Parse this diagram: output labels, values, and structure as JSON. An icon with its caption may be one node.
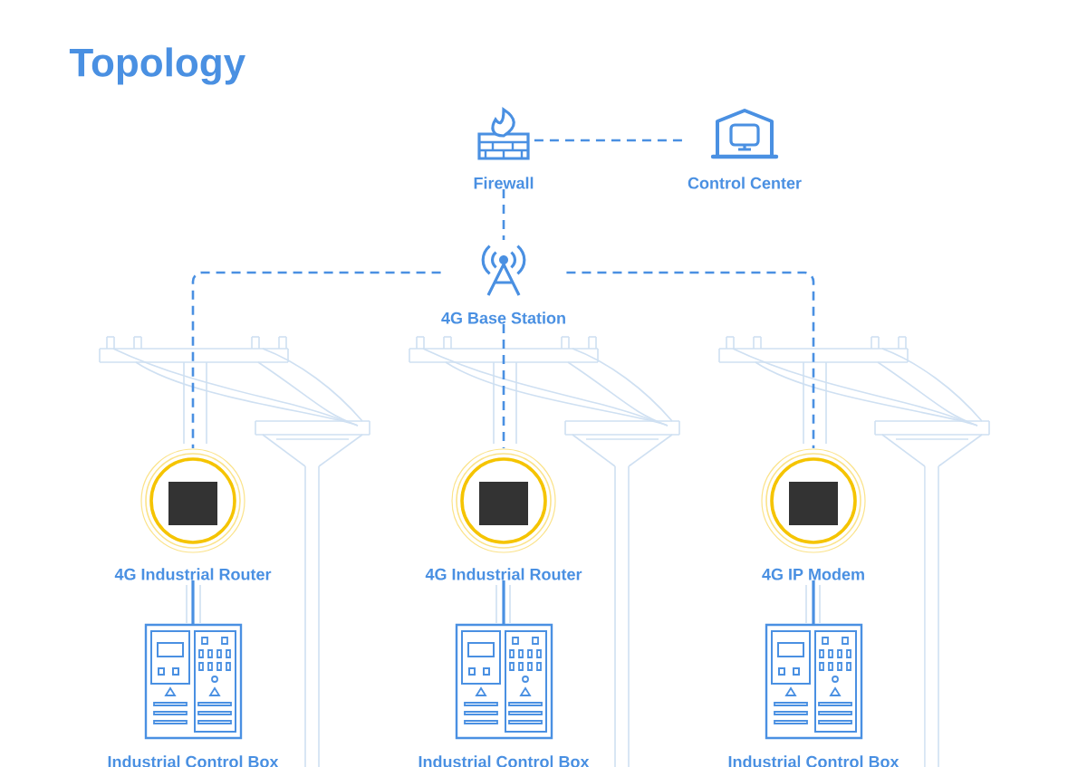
{
  "diagram": {
    "title": "Topology",
    "nodes": [
      {
        "text": [
          "Firewall"
        ]
      },
      {
        "text": [
          "Control Center"
        ]
      },
      {
        "text": [
          "4G Base Station"
        ]
      },
      {
        "text": [
          "4G Industrial Router"
        ]
      },
      {
        "text": [
          "4G Industrial Router"
        ]
      },
      {
        "text": [
          "4G IP Modem"
        ]
      },
      {
        "text": [
          "Industrial Control Box"
        ]
      },
      {
        "text": [
          "Industrial Control Box"
        ]
      },
      {
        "text": [
          "Industrial Control Box"
        ]
      }
    ],
    "edges": [
      {
        "from": 0,
        "to": 1,
        "arrow": "none",
        "style": "dashed"
      },
      {
        "from": 0,
        "to": 2,
        "arrow": "none",
        "style": "dashed"
      },
      {
        "from": 2,
        "to": 3,
        "arrow": "none",
        "style": "dashed"
      },
      {
        "from": 2,
        "to": 4,
        "arrow": "none",
        "style": "dashed"
      },
      {
        "from": 2,
        "to": 5,
        "arrow": "none",
        "style": "dashed"
      },
      {
        "from": 3,
        "to": 6,
        "arrow": "none"
      },
      {
        "from": 4,
        "to": 7,
        "arrow": "none"
      },
      {
        "from": 5,
        "to": 8,
        "arrow": "none"
      }
    ]
  }
}
